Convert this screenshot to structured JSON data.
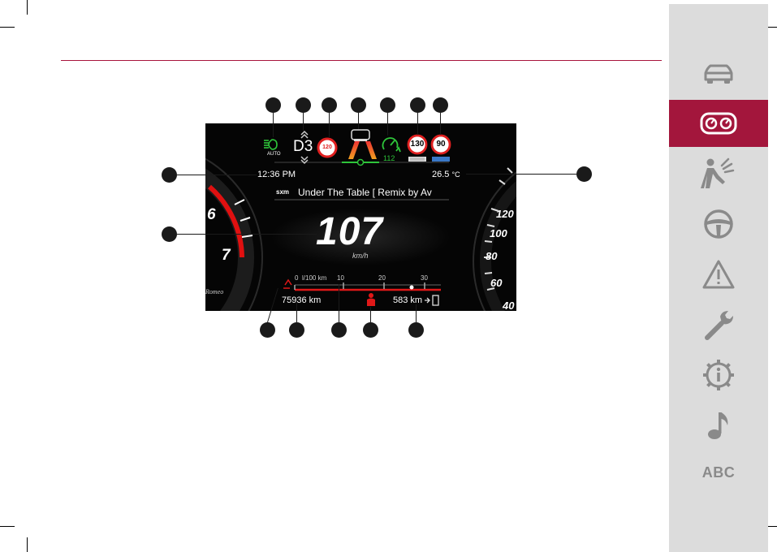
{
  "sidebar": {
    "items": [
      {
        "icon": "car-icon",
        "active": false
      },
      {
        "icon": "instrument-cluster-icon",
        "active": true
      },
      {
        "icon": "airbag-icon",
        "active": false
      },
      {
        "icon": "steering-wheel-icon",
        "active": false
      },
      {
        "icon": "warning-triangle-icon",
        "active": false
      },
      {
        "icon": "wrench-icon",
        "active": false
      },
      {
        "icon": "gear-info-icon",
        "active": false
      },
      {
        "icon": "music-note-icon",
        "active": false
      }
    ],
    "abc_label": "ABC",
    "accent_color": "#a3163c"
  },
  "cluster": {
    "headlight_label": "AUTO",
    "gear": "D3",
    "speed_limit_icon_value": "120",
    "cruise_set_speed": "112",
    "sign_1": "130",
    "sign_2": "90",
    "clock": "12:36 PM",
    "temperature": "26.5",
    "temperature_unit": "°C",
    "radio_source": "sxm",
    "radio_track": "Under The Table [ Remix by Av",
    "speed": "107",
    "speed_unit": "km/h",
    "consumption_unit": "l/100 km",
    "consumption_ticks": [
      "0",
      "10",
      "20",
      "30"
    ],
    "odometer": "75936 km",
    "range": "583 km",
    "tach_labels": [
      "6",
      "7"
    ],
    "speedo_labels": [
      "120",
      "100",
      "80",
      "60",
      "40"
    ],
    "brand_script": "Romeo"
  }
}
